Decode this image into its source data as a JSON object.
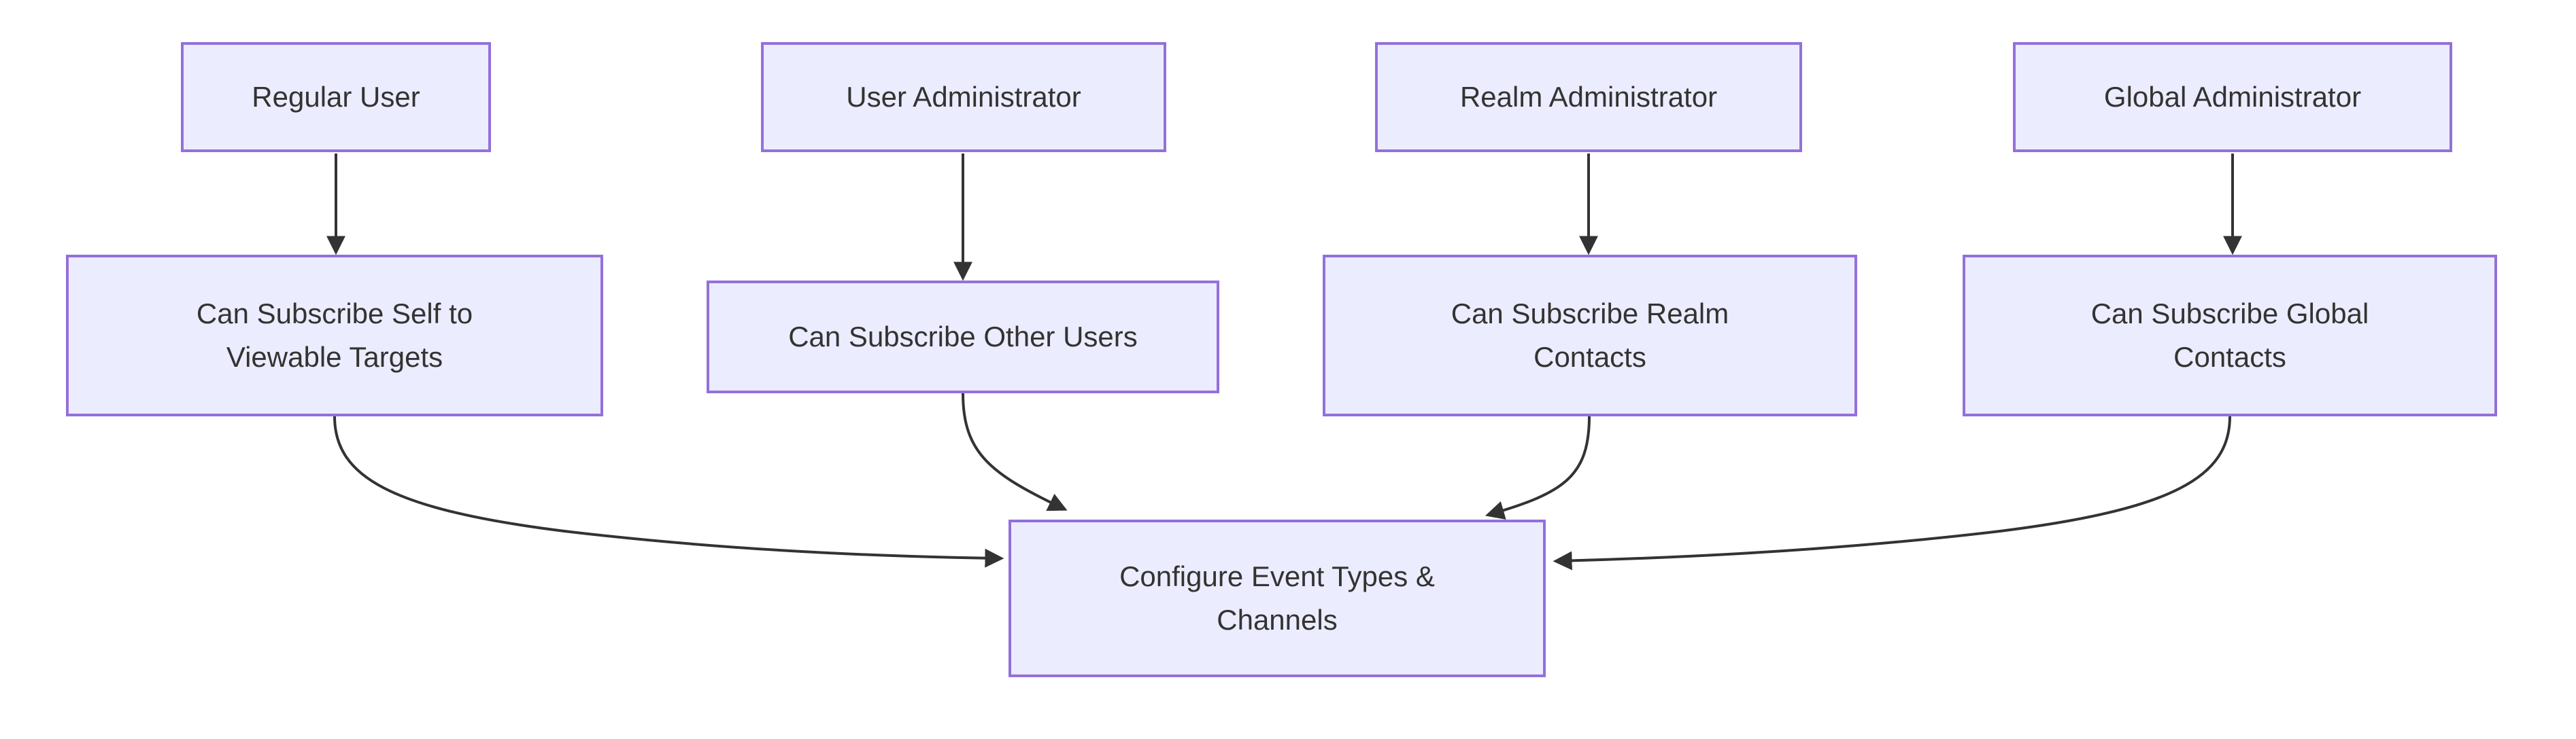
{
  "diagram": {
    "kind": "flowchart",
    "direction": "top-down",
    "colors": {
      "background": "#ffffff",
      "node_fill": "#ECECFF",
      "node_border": "#9370DB",
      "edge": "#333333",
      "text": "#333333"
    },
    "nodes": [
      {
        "id": "regular-user",
        "label": "Regular User",
        "lines": [
          "Regular User"
        ]
      },
      {
        "id": "user-admin",
        "label": "User Administrator",
        "lines": [
          "User Administrator"
        ]
      },
      {
        "id": "realm-admin",
        "label": "Realm Administrator",
        "lines": [
          "Realm Administrator"
        ]
      },
      {
        "id": "global-admin",
        "label": "Global Administrator",
        "lines": [
          "Global Administrator"
        ]
      },
      {
        "id": "subscribe-self",
        "label": "Can Subscribe Self to Viewable Targets",
        "lines": [
          "Can Subscribe Self to",
          "Viewable Targets"
        ]
      },
      {
        "id": "subscribe-other",
        "label": "Can Subscribe Other Users",
        "lines": [
          "Can Subscribe Other Users"
        ]
      },
      {
        "id": "subscribe-realm",
        "label": "Can Subscribe Realm Contacts",
        "lines": [
          "Can Subscribe Realm",
          "Contacts"
        ]
      },
      {
        "id": "subscribe-global",
        "label": "Can Subscribe Global Contacts",
        "lines": [
          "Can Subscribe Global",
          "Contacts"
        ]
      },
      {
        "id": "configure",
        "label": "Configure Event Types & Channels",
        "lines": [
          "Configure Event Types &",
          "Channels"
        ]
      }
    ],
    "edges": [
      {
        "from": "regular-user",
        "to": "subscribe-self"
      },
      {
        "from": "user-admin",
        "to": "subscribe-other"
      },
      {
        "from": "realm-admin",
        "to": "subscribe-realm"
      },
      {
        "from": "global-admin",
        "to": "subscribe-global"
      },
      {
        "from": "subscribe-self",
        "to": "configure"
      },
      {
        "from": "subscribe-other",
        "to": "configure"
      },
      {
        "from": "subscribe-realm",
        "to": "configure"
      },
      {
        "from": "subscribe-global",
        "to": "configure"
      }
    ]
  }
}
